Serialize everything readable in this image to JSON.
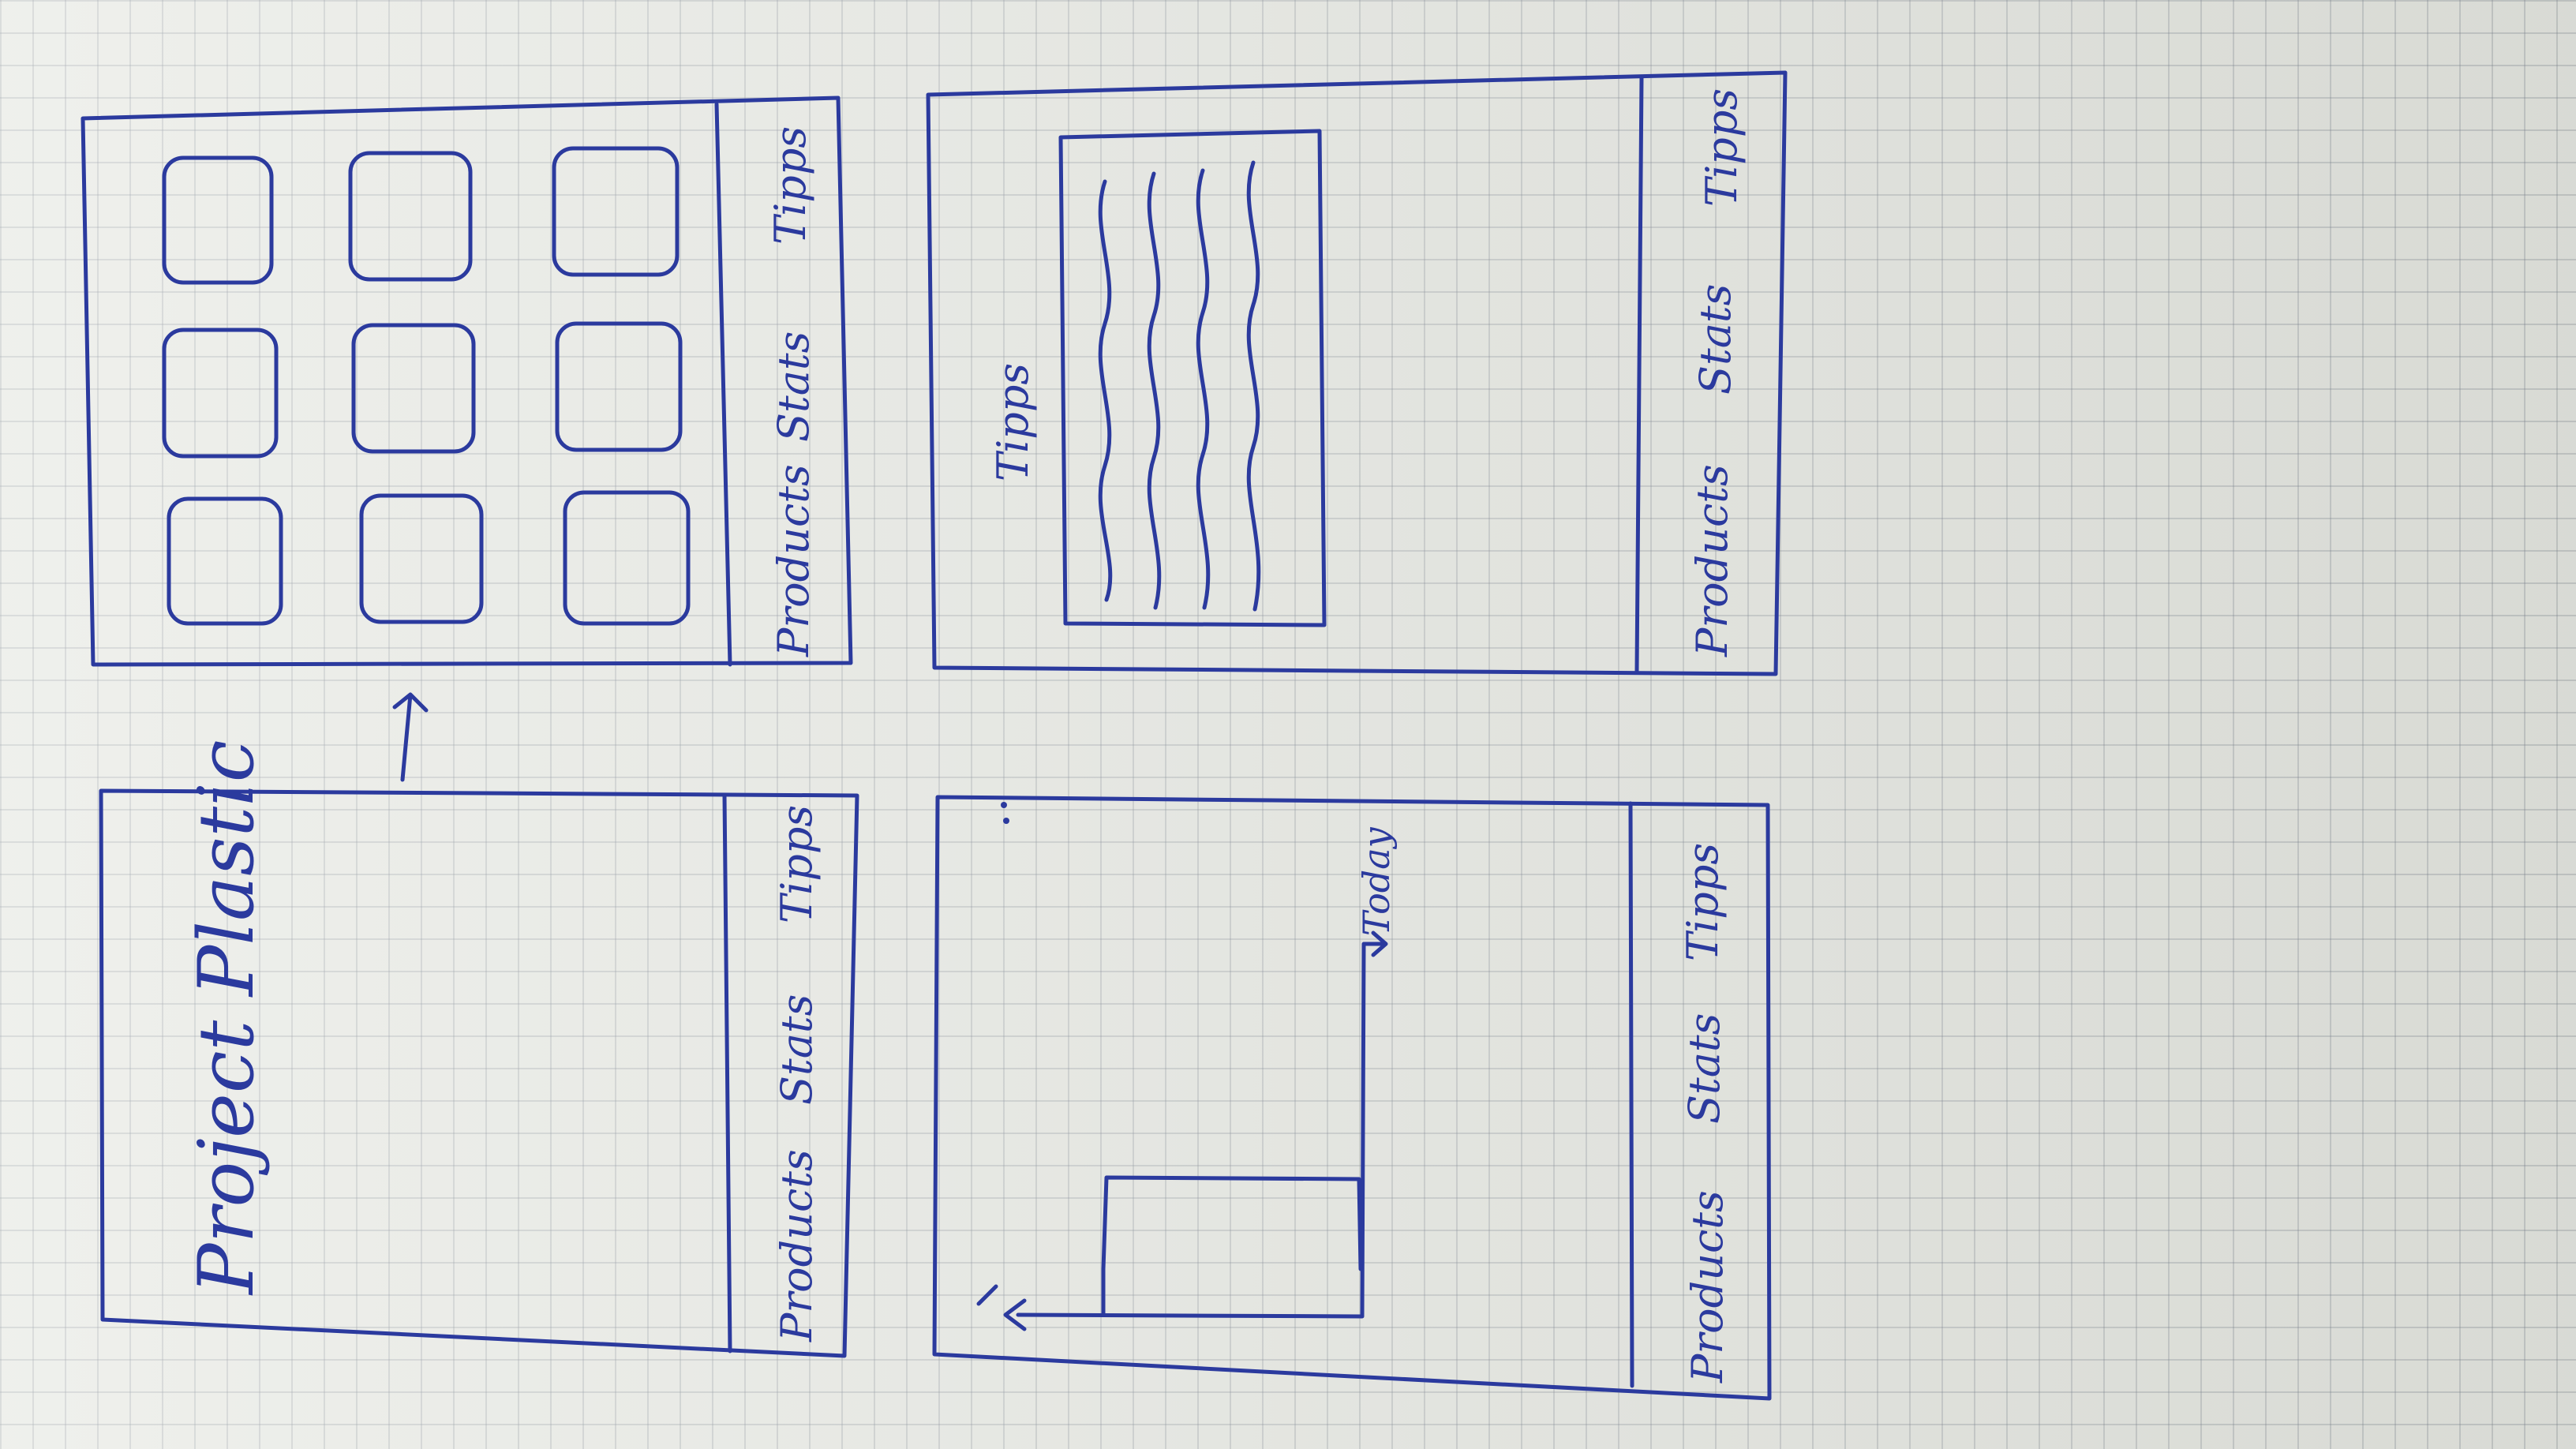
{
  "sketch": {
    "title": "Project Plastic",
    "nav": [
      "Products",
      "Stats",
      "Tipps"
    ],
    "chart_axis_label": "Today",
    "tips_title": "Tipps",
    "colors": {
      "ink": "#2b3a9e",
      "paper": "#e6e8e2"
    }
  }
}
